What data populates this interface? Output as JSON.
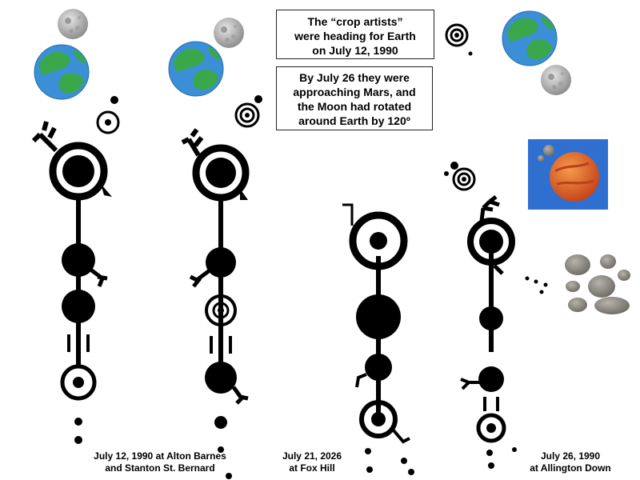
{
  "notes": {
    "box1": [
      "The “crop artists”",
      "were heading for Earth",
      "on July 12, 1990"
    ],
    "box2": [
      "By July 26 they were",
      "approaching Mars, and",
      "the Moon had rotated",
      "around Earth by 120º"
    ]
  },
  "captions": {
    "alton": [
      "July 12, 1990 at Alton Barnes",
      "and Stanton St. Bernard"
    ],
    "fox": [
      "July 21, 2026",
      "at Fox Hill"
    ],
    "allington": [
      "July 26, 1990",
      "at Allington Down"
    ]
  },
  "colors": {
    "ink": "#000000",
    "ocean": "#3a8fd6",
    "land": "#3aa84a",
    "moon": "#b9b9b9",
    "mars": "#e0662a",
    "space": "#2f6fd0",
    "asteroid": "#8a8580"
  },
  "icons": [
    "earth-icon",
    "moon-icon",
    "mars-icon",
    "asteroid-icon",
    "pictogram"
  ]
}
